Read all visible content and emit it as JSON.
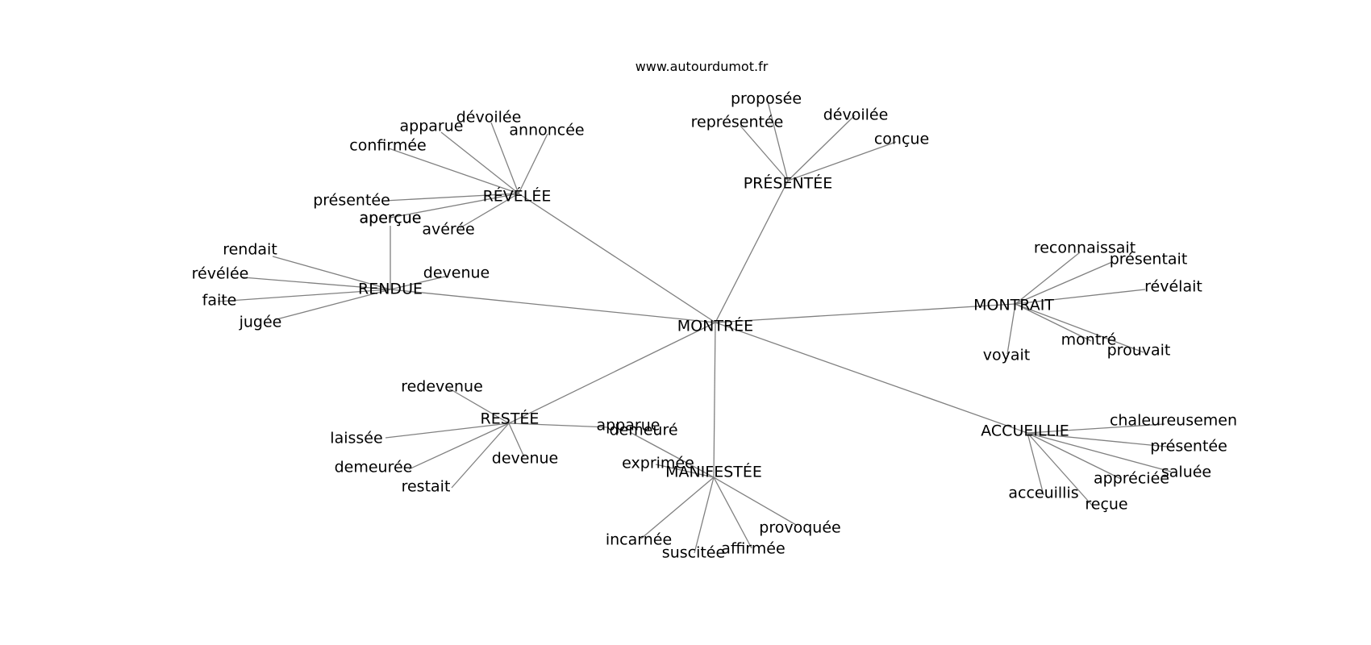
{
  "site": "www.autourdumot.fr",
  "center": "MONTRÉE",
  "hubs": [
    {
      "id": "revelee",
      "label": "RÉVÉLÉE",
      "children": [
        "apparue",
        "dévoilée",
        "annoncée",
        "confirmée",
        "présentée",
        "aperçue",
        "avérée"
      ]
    },
    {
      "id": "presentee",
      "label": "PRÉSENTÉE",
      "children": [
        "proposée",
        "représentée",
        "dévoilée",
        "conçue"
      ]
    },
    {
      "id": "rendue",
      "label": "RENDUE",
      "children": [
        "rendait",
        "révélée",
        "faite",
        "jugée",
        "devenue",
        "aperçue"
      ]
    },
    {
      "id": "montrait",
      "label": "MONTRAIT",
      "children": [
        "reconnaissait",
        "présentait",
        "révélait",
        "montré",
        "prouvait",
        "voyait"
      ]
    },
    {
      "id": "restee",
      "label": "RESTÉE",
      "children": [
        "redevenue",
        "laissée",
        "demeurée",
        "restait",
        "devenue",
        "demeuré"
      ]
    },
    {
      "id": "manifestee",
      "label": "MANIFESTÉE",
      "children": [
        "apparue",
        "exprimée",
        "incarnée",
        "suscitée",
        "affirmée",
        "provoquée"
      ]
    },
    {
      "id": "accueillie",
      "label": "ACCUEILLIE",
      "children": [
        "chaleureusemen",
        "présentée",
        "saluée",
        "appréciée",
        "reçue",
        "acceuillis"
      ]
    }
  ]
}
